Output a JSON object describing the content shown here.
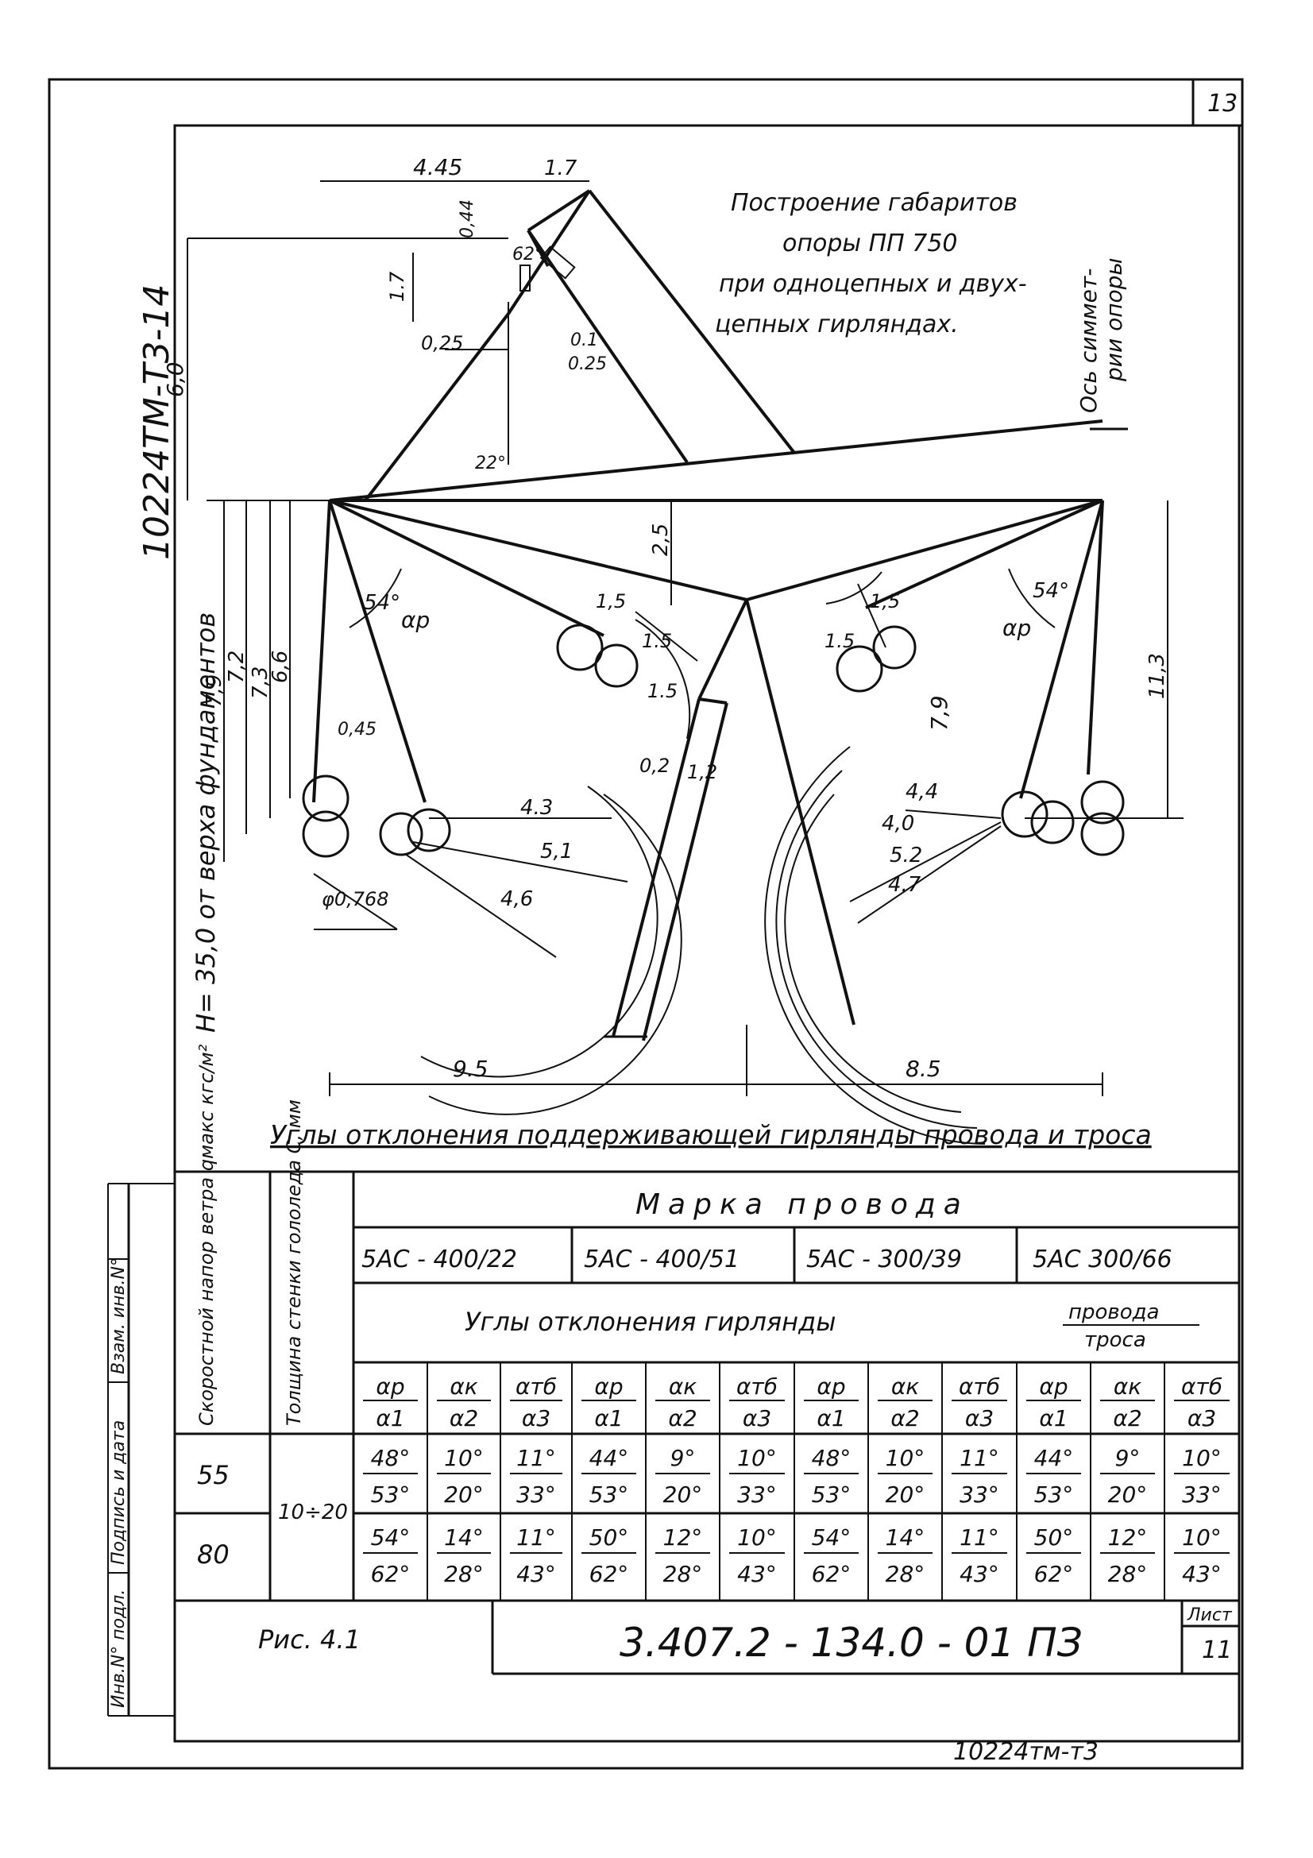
{
  "page_number": "13",
  "side_code": "10224ТМ-Т3-14",
  "left_strip": [
    "Инв.N° подл.",
    "Подпись и дата",
    "Взам. инв.N°"
  ],
  "title_lines": [
    "Построение габаритов",
    "опоры ПП 750",
    "при одноцепных и двух-",
    "цепных гирляндах."
  ],
  "axis_label": [
    "Ось симмет-",
    "рии опоры"
  ],
  "height_label": "H= 35,0 от верха фундаментов",
  "dims": {
    "d4_45": "4.45",
    "d1_7top": "1.7",
    "d0_44": "0,44",
    "d62": "62°",
    "d1_7v": "1.7",
    "d6_0": "6,0",
    "d0_25a": "0,25",
    "d0_1": "0.1",
    "d0_25b": "0.25",
    "d22": "22°",
    "d2_5": "2,5",
    "d1_5a": "1,5",
    "d1_5b": "1.5",
    "d1_5c": "1.5",
    "d1_5d": "1.5",
    "d1_5e": "1,5",
    "d7_9l": "7,9",
    "d7_2": "7,2",
    "d7_3": "7,3",
    "d6_6": "6,6",
    "d54l": "54°",
    "d54r": "54°",
    "d7_9r": "7,9",
    "d11_3": "11,3",
    "d4_3": "4.3",
    "d5_1": "5,1",
    "d4_6": "4,6",
    "d0_2": "0,2",
    "d1_2": "1,2",
    "d4_4": "4,4",
    "d4_0": "4,0",
    "d5_2": "5.2",
    "d4_7": "4.7",
    "d0_45": "0,45",
    "dphi": "φ0,768",
    "d9_5": "9.5",
    "d8_5": "8.5",
    "alpha_p_l": "αр",
    "alpha_p_r": "αр"
  },
  "caption": "Углы отклонения поддерживающей гирлянды провода и троса",
  "table": {
    "col1_header": "Скоростной напор ветра qмакс кгс/м²",
    "col2_header": "Толщина стенки гололеда C, мм",
    "marka": "Марка провода",
    "wires": [
      "5АС - 400/22",
      "5АС - 400/51",
      "5АС - 300/39",
      "5АС 300/66"
    ],
    "angles_title": "Углы отклонения гирлянды",
    "legend_top": "провода",
    "legend_bottom": "троса",
    "sub_top": [
      "αр",
      "αк",
      "αтб",
      "αр",
      "αк",
      "αтб",
      "αр",
      "αк",
      "αтб",
      "αр",
      "αк",
      "αтб"
    ],
    "sub_bot": [
      "α1",
      "α2",
      "α3",
      "α1",
      "α2",
      "α3",
      "α1",
      "α2",
      "α3",
      "α1",
      "α2",
      "α3"
    ],
    "ice": "10÷20",
    "rows": [
      {
        "q": "55",
        "top": [
          "48°",
          "10°",
          "11°",
          "44°",
          "9°",
          "10°",
          "48°",
          "10°",
          "11°",
          "44°",
          "9°",
          "10°"
        ],
        "bot": [
          "53°",
          "20°",
          "33°",
          "53°",
          "20°",
          "33°",
          "53°",
          "20°",
          "33°",
          "53°",
          "20°",
          "33°"
        ]
      },
      {
        "q": "80",
        "top": [
          "54°",
          "14°",
          "11°",
          "50°",
          "12°",
          "10°",
          "54°",
          "14°",
          "11°",
          "50°",
          "12°",
          "10°"
        ],
        "bot": [
          "62°",
          "28°",
          "43°",
          "62°",
          "28°",
          "43°",
          "62°",
          "28°",
          "43°",
          "62°",
          "28°",
          "43°"
        ]
      }
    ]
  },
  "figure_label": "Рис. 4.1",
  "doc_code": "3.407.2 - 134.0 - 01 ПЗ",
  "sheet_label": "Лист",
  "sheet_number": "11",
  "bottom_note": "10224тм-т3"
}
